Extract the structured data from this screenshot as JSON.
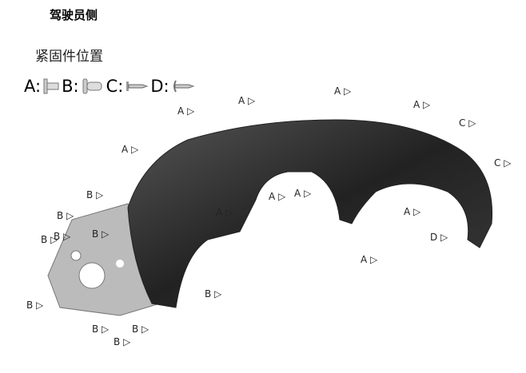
{
  "title": "驾驶员侧",
  "subtitle": "紧固件位置",
  "legend": [
    {
      "label": "A:"
    },
    {
      "label": "B:"
    },
    {
      "label": "C:"
    },
    {
      "label": "D:"
    }
  ],
  "callouts": [
    "A",
    "A",
    "A",
    "A",
    "C",
    "C",
    "A",
    "A",
    "A",
    "A",
    "A",
    "A",
    "D",
    "B",
    "B",
    "B",
    "B",
    "B",
    "B",
    "B",
    "B",
    "B",
    "B"
  ]
}
